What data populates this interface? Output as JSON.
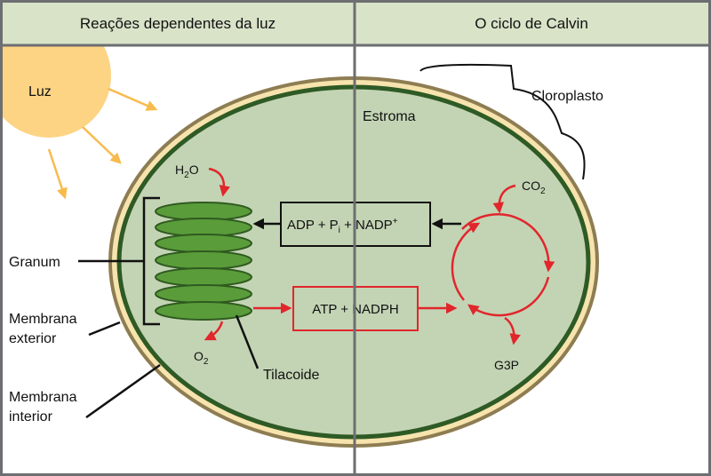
{
  "header": {
    "left_title": "Reações dependentes da luz",
    "right_title": "O ciclo de Calvin"
  },
  "labels": {
    "light": "Luz",
    "chloroplast": "Cloroplasto",
    "stroma": "Estroma",
    "water_main": "H",
    "water_sub": "2",
    "water_tail": "O",
    "oxygen_main": "O",
    "oxygen_sub": "2",
    "co2_main": "CO",
    "co2_sub": "2",
    "g3p": "G3P",
    "granum": "Granum",
    "thylakoid": "Tilacoide",
    "outer_membrane_line1": "Membrana",
    "outer_membrane_line2": "exterior",
    "inner_membrane_line1": "Membrana",
    "inner_membrane_line2": "interior"
  },
  "boxes": {
    "adp_part1": "ADP + P",
    "adp_sub": "i",
    "adp_part2": " + NADP",
    "adp_sup": "+",
    "atp": "ATP + NADPH"
  },
  "colors": {
    "header_bg": "#d8e3c8",
    "border": "#6d6e71",
    "stroma": "#c3d4b4",
    "inner_membrane": "#2e5a25",
    "outer_membrane": "#f7e3ad",
    "outer_edge": "#8e7d52",
    "thylakoid": "#5a9c3a",
    "thylakoid_dark": "#2f5a20",
    "sun": "#fcd484",
    "sun_arrow": "#f7bb4d",
    "red": "#e1262c",
    "black": "#111111"
  }
}
